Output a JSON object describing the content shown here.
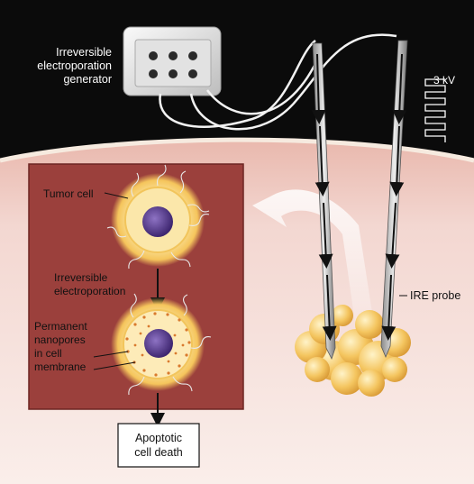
{
  "generator": {
    "label_line1": "Irreversible",
    "label_line2": "electroporation",
    "label_line3": "generator"
  },
  "pulse": {
    "voltage_label": "3 kV"
  },
  "probe": {
    "label": "IRE probe"
  },
  "inset": {
    "tumor_cell_label": "Tumor cell",
    "process_line1": "Irreversible",
    "process_line2": "electroporation",
    "nanopore_line1": "Permanent",
    "nanopore_line2": "nanopores",
    "nanopore_line3": "in cell",
    "nanopore_line4": "membrane"
  },
  "outcome": {
    "line1": "Apoptotic",
    "line2": "cell death"
  },
  "colors": {
    "background_dark": "#0b0b0b",
    "tissue": "#f0d6d0",
    "inset_panel": "#9b403c",
    "tumor_yellow": "#f4c45a",
    "nucleus_purple": "#5a3b8e",
    "probe_silver": "#c9c9c9"
  }
}
